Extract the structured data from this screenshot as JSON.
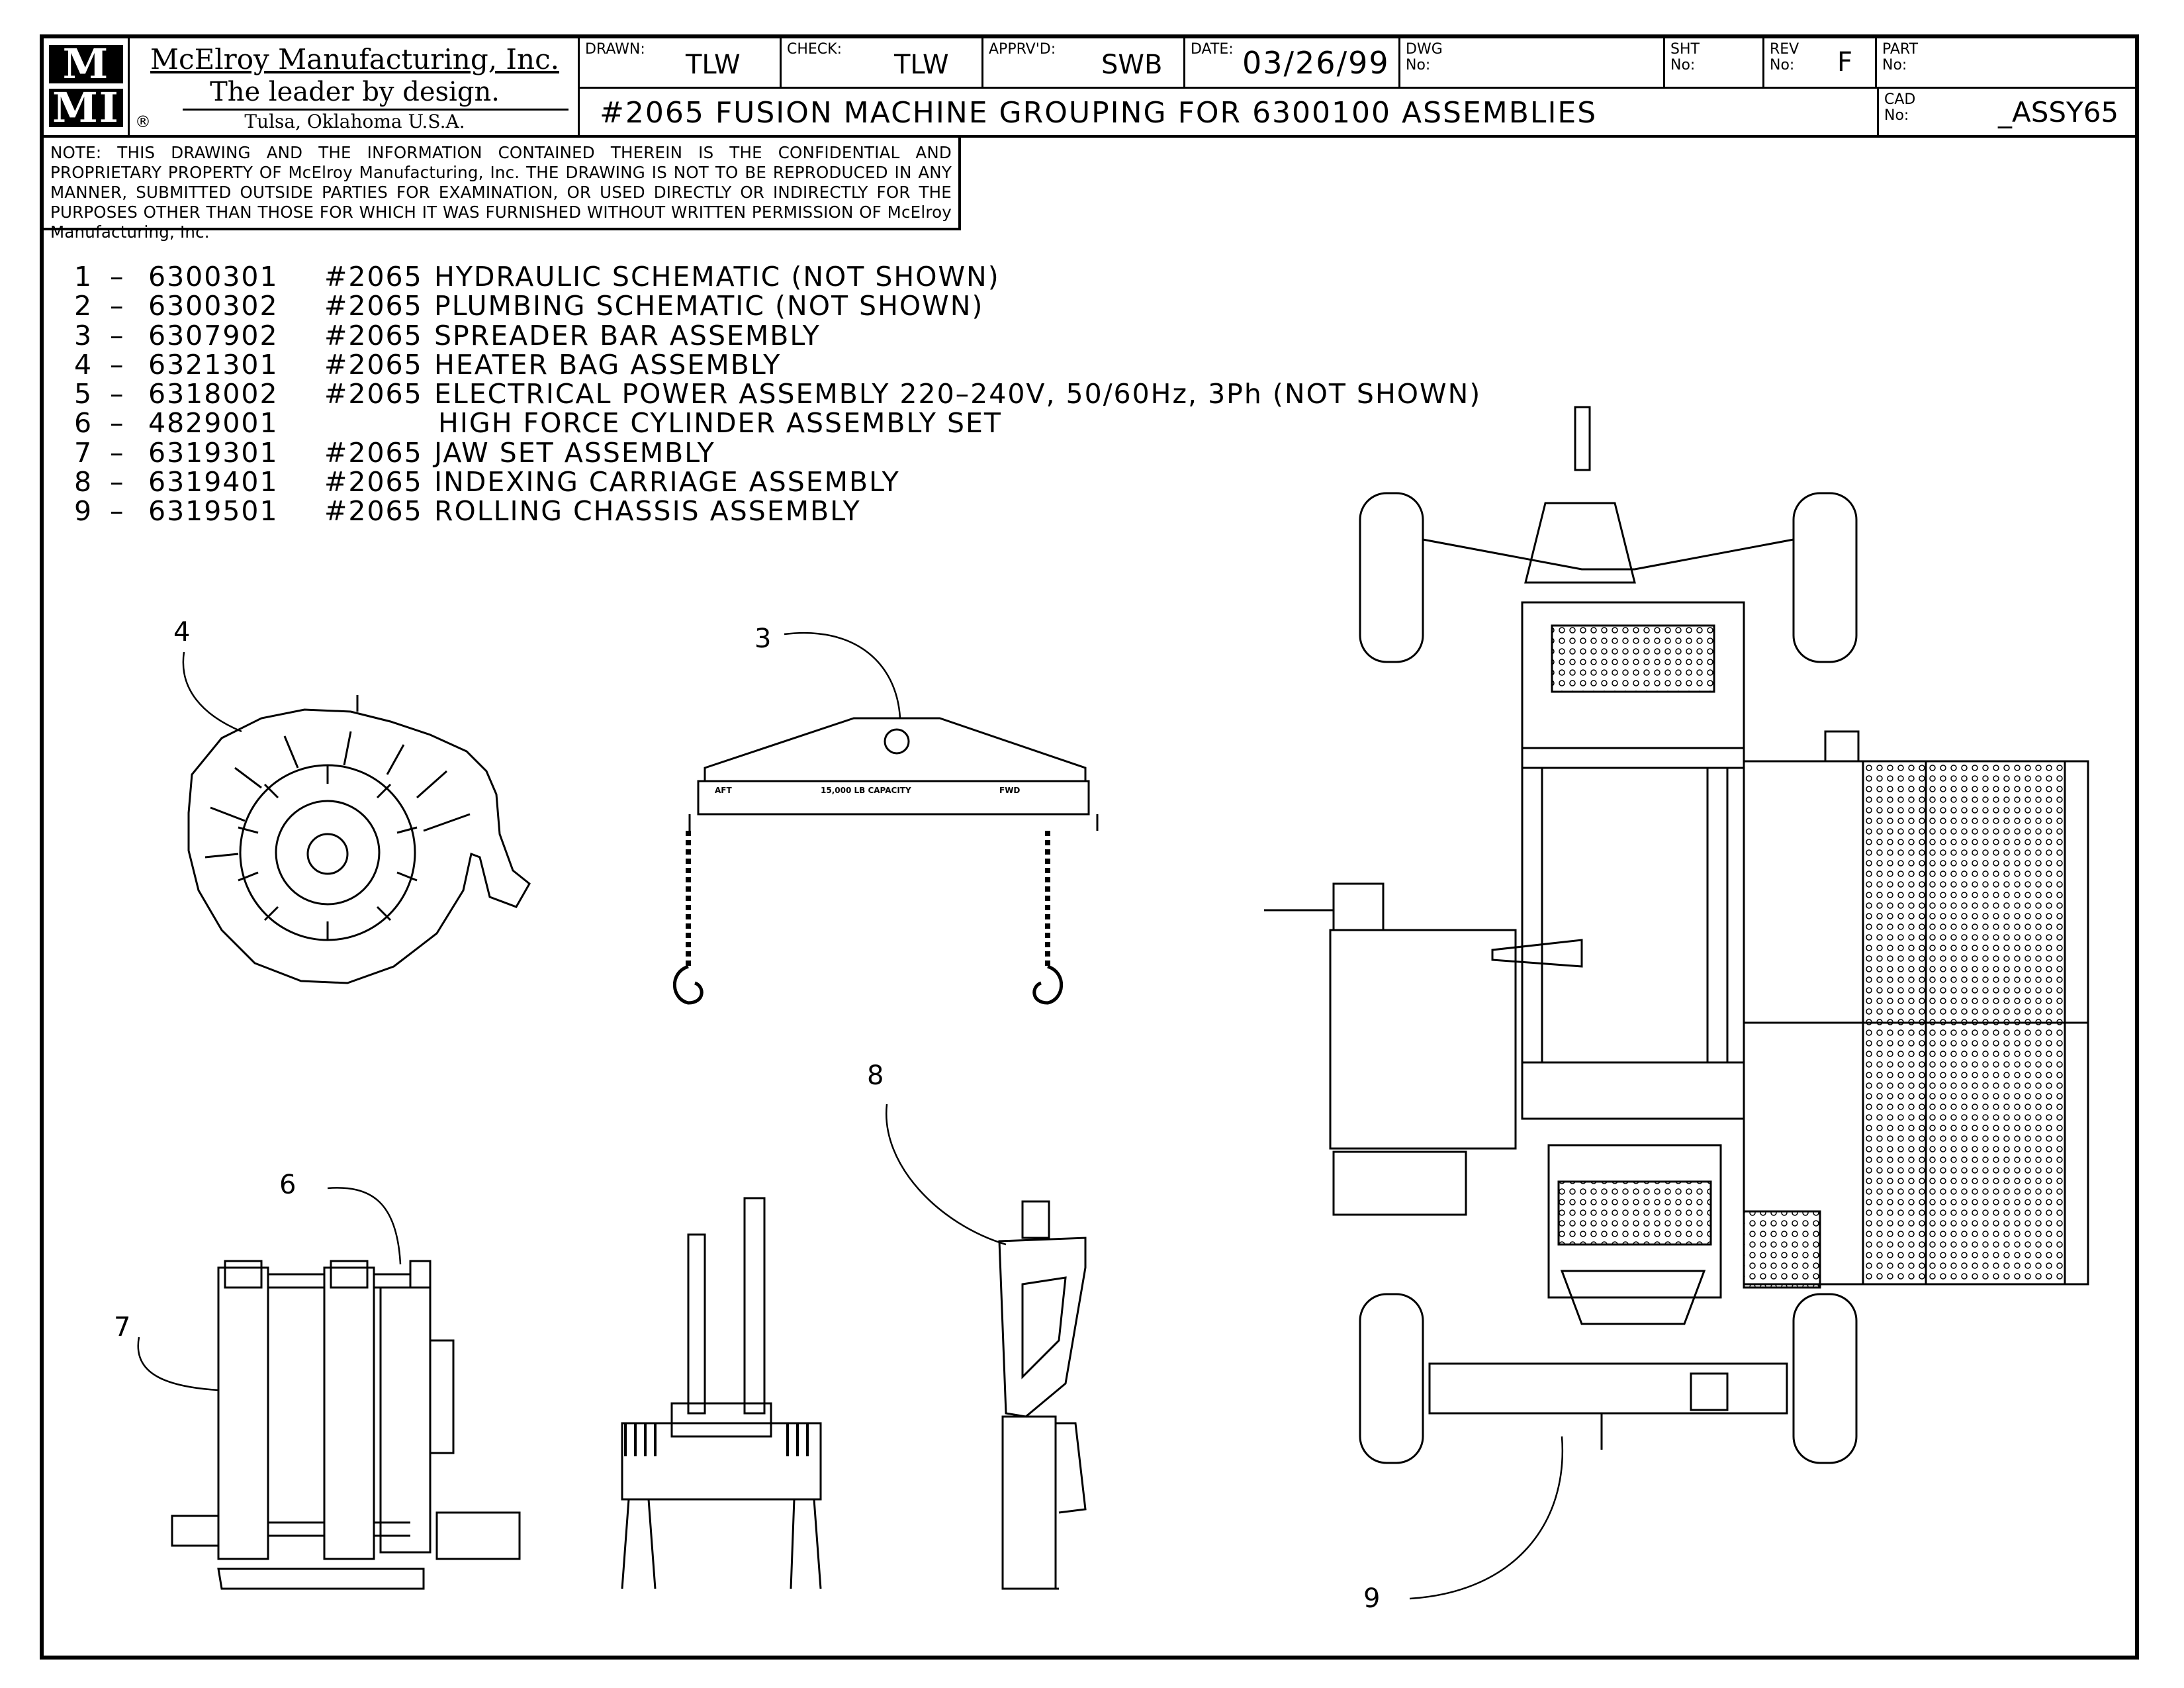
{
  "title_block": {
    "logo_top": "M",
    "logo_bottom": "MI",
    "company_name": "McElroy Manufacturing, Inc.",
    "tagline": "The leader by design.",
    "registered_mark": "®",
    "location": "Tulsa, Oklahoma U.S.A.",
    "drawn_label": "DRAWN:",
    "drawn_value": "TLW",
    "check_label": "CHECK:",
    "check_value": "TLW",
    "apprvd_label": "APPRV'D:",
    "apprvd_value": "SWB",
    "date_label": "DATE:",
    "date_value": "03/26/99",
    "dwg_label": "DWG",
    "dwg_no_label": "No:",
    "sht_label": "SHT",
    "sht_no_label": "No:",
    "rev_label": "REV",
    "rev_no_label": "No:",
    "rev_value": "F",
    "part_label": "PART",
    "part_no_label": "No:",
    "cad_label": "CAD",
    "cad_no_label": "No:",
    "cad_value": "_ASSY65",
    "drawing_title": "#2065 FUSION MACHINE GROUPING FOR 6300100 ASSEMBLIES"
  },
  "note": "NOTE: THIS DRAWING AND THE INFORMATION CONTAINED THEREIN IS THE CONFIDENTIAL AND PROPRIETARY PROPERTY OF McElroy Manufacturing, Inc. THE DRAWING IS NOT TO BE REPRODUCED IN ANY MANNER, SUBMITTED OUTSIDE PARTIES FOR EXAMINATION, OR USED DIRECTLY OR INDIRECTLY FOR THE PURPOSES OTHER THAN THOSE FOR WHICH IT WAS FURNISHED WITHOUT WRITTEN PERMISSION OF McElroy Manufacturing, Inc.",
  "parts_list": [
    {
      "num": "1",
      "dash": "–",
      "part": "6300301",
      "model": "#2065",
      "desc": "HYDRAULIC SCHEMATIC (NOT SHOWN)"
    },
    {
      "num": "2",
      "dash": "–",
      "part": "6300302",
      "model": "#2065",
      "desc": "PLUMBING SCHEMATIC (NOT SHOWN)"
    },
    {
      "num": "3",
      "dash": "–",
      "part": "6307902",
      "model": "#2065",
      "desc": "SPREADER BAR ASSEMBLY"
    },
    {
      "num": "4",
      "dash": "–",
      "part": "6321301",
      "model": "#2065",
      "desc": "HEATER BAG ASSEMBLY"
    },
    {
      "num": "5",
      "dash": "–",
      "part": "6318002",
      "model": "#2065",
      "desc": "ELECTRICAL POWER ASSEMBLY 220–240V, 50/60Hz, 3Ph (NOT SHOWN)"
    },
    {
      "num": "6",
      "dash": "–",
      "part": "4829001",
      "model": "",
      "desc": "HIGH FORCE CYLINDER ASSEMBLY SET"
    },
    {
      "num": "7",
      "dash": "–",
      "part": "6319301",
      "model": "#2065",
      "desc": "JAW SET ASSEMBLY"
    },
    {
      "num": "8",
      "dash": "–",
      "part": "6319401",
      "model": "#2065",
      "desc": "INDEXING CARRIAGE ASSEMBLY"
    },
    {
      "num": "9",
      "dash": "–",
      "part": "6319501",
      "model": "#2065",
      "desc": "ROLLING CHASSIS ASSEMBLY"
    }
  ],
  "callouts": {
    "c3": "3",
    "c4": "4",
    "c6": "6",
    "c7": "7",
    "c8": "8",
    "c9": "9"
  },
  "spreader_bar": {
    "left_label": "AFT",
    "center_label": "15,000 LB CAPACITY",
    "right_label": "FWD"
  }
}
